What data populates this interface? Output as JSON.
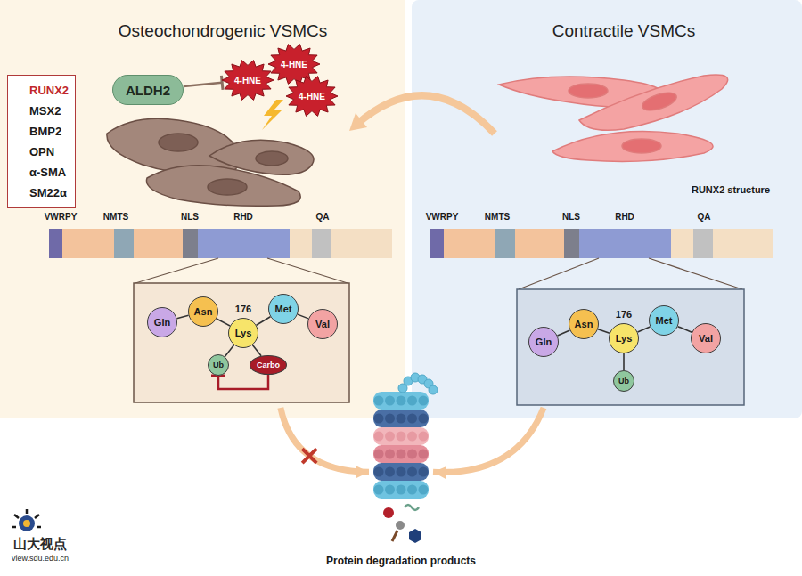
{
  "diagram": {
    "nodes": [
      {
        "text": [
          "Osteochondrogenic VSMCs"
        ]
      },
      {
        "text": [
          "Contractile VSMCs"
        ]
      },
      {
        "text": [
          "RUNX2",
          "MSX2",
          "BMP2",
          "OPN",
          "α-SMA",
          "SM22α"
        ],
        "in": 0
      },
      {
        "text": [
          "ALDH2"
        ],
        "in": 0
      },
      {
        "text": [
          "4-HNE"
        ],
        "in": 0
      },
      {
        "text": [
          "4-HNE"
        ],
        "in": 0
      },
      {
        "text": [
          "4-HNE"
        ],
        "in": 0
      },
      {
        "text": [
          "Gln"
        ],
        "in": 0
      },
      {
        "text": [
          "Asn"
        ],
        "in": 0
      },
      {
        "text": [
          "176",
          "Lys"
        ],
        "in": 0
      },
      {
        "text": [
          "Met"
        ],
        "in": 0
      },
      {
        "text": [
          "Val"
        ],
        "in": 0
      },
      {
        "text": [
          "Ub"
        ],
        "in": 0
      },
      {
        "text": [
          "Carbo"
        ],
        "in": 0
      },
      {
        "text": [
          "Gln"
        ],
        "in": 1
      },
      {
        "text": [
          "Asn"
        ],
        "in": 1
      },
      {
        "text": [
          "176",
          "Lys"
        ],
        "in": 1
      },
      {
        "text": [
          "Met"
        ],
        "in": 1
      },
      {
        "text": [
          "Val"
        ],
        "in": 1
      },
      {
        "text": [
          "Ub"
        ],
        "in": 1
      },
      {
        "text": [
          "Protein degradation products"
        ]
      }
    ],
    "edges": [
      {
        "from": 3,
        "to": 4,
        "arrow": "to"
      },
      {
        "from": 13,
        "to": 12,
        "arrow": "to"
      },
      {
        "from": 7,
        "to": 8,
        "arrow": "none"
      },
      {
        "from": 8,
        "to": 9,
        "arrow": "none"
      },
      {
        "from": 9,
        "to": 10,
        "arrow": "none"
      },
      {
        "from": 10,
        "to": 11,
        "arrow": "none"
      },
      {
        "from": 9,
        "to": 12,
        "arrow": "none"
      },
      {
        "from": 9,
        "to": 13,
        "arrow": "none"
      },
      {
        "from": 14,
        "to": 15,
        "arrow": "none"
      },
      {
        "from": 15,
        "to": 16,
        "arrow": "none"
      },
      {
        "from": 16,
        "to": 17,
        "arrow": "none"
      },
      {
        "from": 17,
        "to": 18,
        "arrow": "none"
      },
      {
        "from": 16,
        "to": 19,
        "arrow": "none"
      },
      {
        "from": 0,
        "to": 20,
        "arrow": "to"
      },
      {
        "from": 1,
        "to": 20,
        "arrow": "to"
      }
    ],
    "labels": [
      "RUNX2 structure",
      "VWRPY",
      "NMTS",
      "NLS",
      "RHD",
      "QA",
      "VWRPY",
      "NMTS",
      "NLS",
      "RHD",
      "QA",
      "山大视点",
      "view.sdu.edu.cn"
    ]
  }
}
